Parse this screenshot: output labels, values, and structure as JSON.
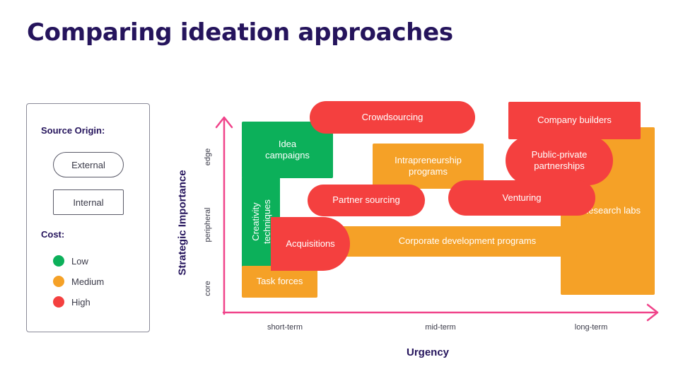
{
  "title": "Comparing ideation approaches",
  "legend": {
    "source_origin_heading": "Source Origin:",
    "external_label": "External",
    "internal_label": "Internal",
    "cost_heading": "Cost:",
    "cost_items": [
      {
        "label": "Low",
        "color": "#0cb05a"
      },
      {
        "label": "Medium",
        "color": "#f5a127"
      },
      {
        "label": "High",
        "color": "#f4403f"
      }
    ]
  },
  "axes": {
    "x_label": "Urgency",
    "y_label": "Strategic Importance",
    "x_ticks": [
      "short-term",
      "mid-term",
      "long-term"
    ],
    "y_ticks": [
      "core",
      "peripheral",
      "edge"
    ],
    "axis_color": "#f0438a"
  },
  "approaches": {
    "idea_campaigns": {
      "line1": "Idea",
      "line2": "campaigns",
      "cost": "Low",
      "origin": "Internal"
    },
    "creativity_techniques": {
      "line1": "Creativity",
      "line2": "techniques",
      "cost": "Low",
      "origin": "Internal"
    },
    "task_forces": {
      "label": "Task forces",
      "cost": "Medium",
      "origin": "Internal"
    },
    "acquisitions": {
      "label": "Acquisitions",
      "cost": "High",
      "origin": "External"
    },
    "corporate_development": {
      "label": "Corporate development programs",
      "cost": "Medium",
      "origin": "Internal"
    },
    "partner_sourcing": {
      "label": "Partner sourcing",
      "cost": "High",
      "origin": "External"
    },
    "crowdsourcing": {
      "label": "Crowdsourcing",
      "cost": "High",
      "origin": "External"
    },
    "intrapreneurship": {
      "line1": "Intrapreneurship",
      "line2": "programs",
      "cost": "Medium",
      "origin": "Internal"
    },
    "company_builders": {
      "label": "Company builders",
      "cost": "High",
      "origin": "Internal"
    },
    "public_private": {
      "line1": "Public-private",
      "line2": "partnerships",
      "cost": "High",
      "origin": "External"
    },
    "venturing": {
      "label": "Venturing",
      "cost": "High",
      "origin": "External"
    },
    "research_labs": {
      "label": "Research labs",
      "cost": "Medium",
      "origin": "Internal"
    }
  }
}
